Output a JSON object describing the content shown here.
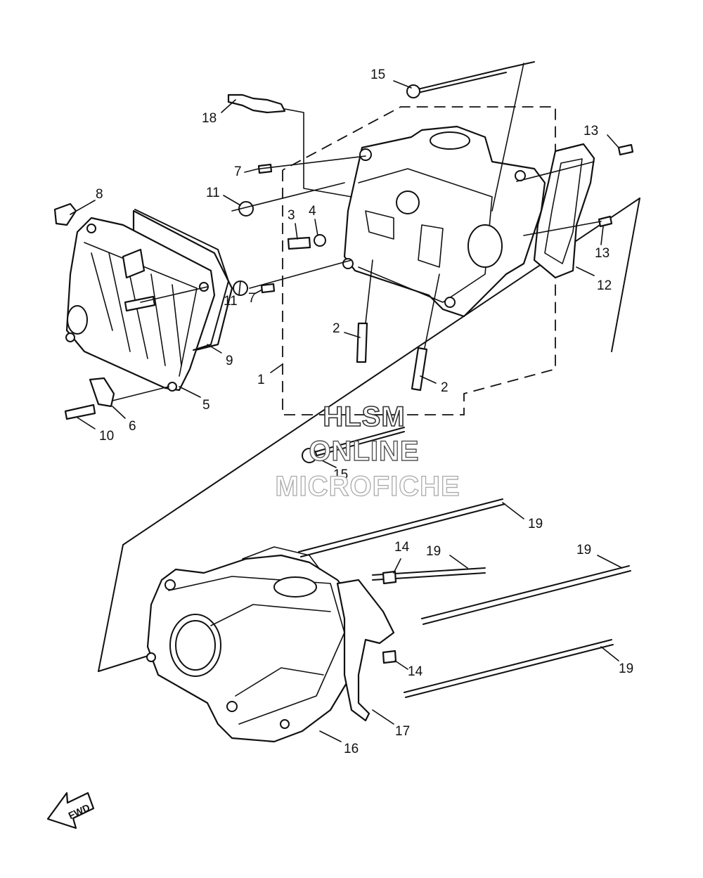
{
  "callouts": [
    {
      "id": "c15a",
      "text": "15"
    },
    {
      "id": "c18",
      "text": "18"
    },
    {
      "id": "c13a",
      "text": "13"
    },
    {
      "id": "c7a",
      "text": "7"
    },
    {
      "id": "c11a",
      "text": "11"
    },
    {
      "id": "c8",
      "text": "8"
    },
    {
      "id": "c3",
      "text": "3"
    },
    {
      "id": "c4",
      "text": "4"
    },
    {
      "id": "c13b",
      "text": "13"
    },
    {
      "id": "c12",
      "text": "12"
    },
    {
      "id": "c11b",
      "text": "11"
    },
    {
      "id": "c7b",
      "text": "7"
    },
    {
      "id": "c9",
      "text": "9"
    },
    {
      "id": "c2a",
      "text": "2"
    },
    {
      "id": "c1",
      "text": "1"
    },
    {
      "id": "c2b",
      "text": "2"
    },
    {
      "id": "c5",
      "text": "5"
    },
    {
      "id": "c6",
      "text": "6"
    },
    {
      "id": "c10",
      "text": "10"
    },
    {
      "id": "c15b",
      "text": "15"
    },
    {
      "id": "c19a",
      "text": "19"
    },
    {
      "id": "c14a",
      "text": "14"
    },
    {
      "id": "c19b",
      "text": "19"
    },
    {
      "id": "c19c",
      "text": "19"
    },
    {
      "id": "c14b",
      "text": "14"
    },
    {
      "id": "c19d",
      "text": "19"
    },
    {
      "id": "c17",
      "text": "17"
    },
    {
      "id": "c16",
      "text": "16"
    }
  ],
  "watermark": {
    "line1": "HLSM",
    "line2": "ONLINE",
    "line3": "MICROFICHE"
  },
  "fwd_label": "FWD"
}
